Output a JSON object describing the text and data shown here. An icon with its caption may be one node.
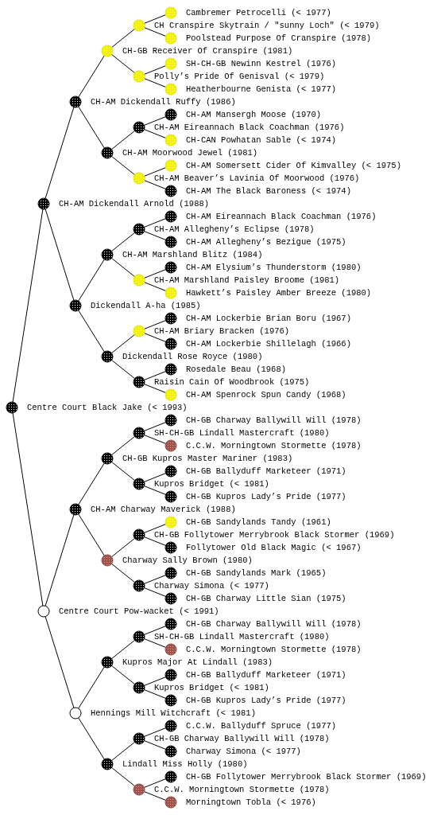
{
  "diagram": {
    "nodes": [
      {
        "text": [
          "Cambremer Petrocelli (< 1977)"
        ]
      },
      {
        "text": [
          "CH Cranspire Skytrain / \"sunny Loch\" (< 1979)"
        ]
      },
      {
        "text": [
          "Poolstead Purpose Of Cranspire (1978)"
        ]
      },
      {
        "text": [
          "CH-GB Receiver Of Cranspire (1981)"
        ]
      },
      {
        "text": [
          "SH-CH-GB Newinn Kestrel (1976)"
        ]
      },
      {
        "text": [
          "Polly’s Pride Of Genisval (< 1979)"
        ]
      },
      {
        "text": [
          "Heatherbourne Genista (< 1977)"
        ]
      },
      {
        "text": [
          "CH-AM Dickendall Ruffy (1986)"
        ]
      },
      {
        "text": [
          "CH-AM Mansergh Moose (1970)"
        ]
      },
      {
        "text": [
          "CH-AM Eireannach Black Coachman (1976)"
        ]
      },
      {
        "text": [
          "CH-CAN Powhatan Sable (< 1974)"
        ]
      },
      {
        "text": [
          "CH-AM Moorwood Jewel (1981)"
        ]
      },
      {
        "text": [
          "CH-AM Somersett Cider Of Kimvalley (< 1975)"
        ]
      },
      {
        "text": [
          "CH-AM Beaver’s Lavinia Of Moorwood (1976)"
        ]
      },
      {
        "text": [
          "CH-AM The Black Baroness (< 1974)"
        ]
      },
      {
        "text": [
          "CH-AM Dickendall Arnold (1988)"
        ]
      },
      {
        "text": [
          "CH-AM Eireannach Black Coachman (1976)"
        ]
      },
      {
        "text": [
          "CH-AM Allegheny’s Eclipse (1978)"
        ]
      },
      {
        "text": [
          "CH-AM Allegheny’s Bezigue (1975)"
        ]
      },
      {
        "text": [
          "CH-AM Marshland Blitz (1984)"
        ]
      },
      {
        "text": [
          "CH-AM Elysium’s Thunderstorm (1980)"
        ]
      },
      {
        "text": [
          "CH-AM Marshland Paisley Broome (1981)"
        ]
      },
      {
        "text": [
          "Hawkett’s Paisley Amber Breeze (1980)"
        ]
      },
      {
        "text": [
          "Dickendall A-ha (1985)"
        ]
      },
      {
        "text": [
          "CH-AM Lockerbie Brian Boru (1967)"
        ]
      },
      {
        "text": [
          "CH-AM Briary Bracken (1976)"
        ]
      },
      {
        "text": [
          "CH-AM Lockerbie Shillelagh (1966)"
        ]
      },
      {
        "text": [
          "Dickendall Rose Royce (1980)"
        ]
      },
      {
        "text": [
          "Rosedale Beau (1968)"
        ]
      },
      {
        "text": [
          "Raisin Cain Of Woodbrook (1975)"
        ]
      },
      {
        "text": [
          "CH-AM Spenrock Spun Candy (1968)"
        ]
      },
      {
        "text": [
          "Centre Court Black Jake (< 1993)"
        ]
      },
      {
        "text": [
          "CH-GB Charway Ballywill Will (1978)"
        ]
      },
      {
        "text": [
          "SH-CH-GB Lindall Mastercraft (1980)"
        ]
      },
      {
        "text": [
          "C.C.W. Morningtown Stormette (1978)"
        ]
      },
      {
        "text": [
          "CH-GB Kupros Master Mariner (1983)"
        ]
      },
      {
        "text": [
          "CH-GB Ballyduff Marketeer (1971)"
        ]
      },
      {
        "text": [
          "Kupros Bridget (< 1981)"
        ]
      },
      {
        "text": [
          "CH-GB Kupros Lady’s Pride (1977)"
        ]
      },
      {
        "text": [
          "CH-AM Charway Maverick (1988)"
        ]
      },
      {
        "text": [
          "CH-GB Sandylands Tandy (1961)"
        ]
      },
      {
        "text": [
          "CH-GB Follytower Merrybrook Black Stormer (1969)"
        ]
      },
      {
        "text": [
          "Follytower Old Black Magic (< 1967)"
        ]
      },
      {
        "text": [
          "Charway Sally Brown (1980)"
        ]
      },
      {
        "text": [
          "CH-GB Sandylands Mark (1965)"
        ]
      },
      {
        "text": [
          "Charway Simona (< 1977)"
        ]
      },
      {
        "text": [
          "CH-GB Charway Little Sian (1975)"
        ]
      },
      {
        "text": [
          "Centre Court Pow-wacket (< 1991)"
        ]
      },
      {
        "text": [
          "CH-GB Charway Ballywill Will (1978)"
        ]
      },
      {
        "text": [
          "SH-CH-GB Lindall Mastercraft (1980)"
        ]
      },
      {
        "text": [
          "C.C.W. Morningtown Stormette (1978)"
        ]
      },
      {
        "text": [
          "Kupros Major At Lindall (1983)"
        ]
      },
      {
        "text": [
          "CH-GB Ballyduff Marketeer (1971)"
        ]
      },
      {
        "text": [
          "Kupros Bridget (< 1981)"
        ]
      },
      {
        "text": [
          "CH-GB Kupros Lady’s Pride (1977)"
        ]
      },
      {
        "text": [
          "Hennings Mill Witchcraft (< 1981)"
        ]
      },
      {
        "text": [
          "C.C.W. Ballyduff Spruce (1977)"
        ]
      },
      {
        "text": [
          "CH-GB Charway Ballywill Will (1978)"
        ]
      },
      {
        "text": [
          "Charway Simona (< 1977)"
        ]
      },
      {
        "text": [
          "Lindall Miss Holly (1980)"
        ]
      },
      {
        "text": [
          "CH-GB Follytower Merrybrook Black Stormer (1969)"
        ]
      },
      {
        "text": [
          "C.C.W. Morningtown Stormette (1978)"
        ]
      },
      {
        "text": [
          "Morningtown Tobla (< 1976)"
        ]
      }
    ],
    "edges": [
      {
        "from": 31,
        "to": 15,
        "arrow": "none"
      },
      {
        "from": 31,
        "to": 47,
        "arrow": "none"
      },
      {
        "from": 15,
        "to": 7,
        "arrow": "none"
      },
      {
        "from": 15,
        "to": 23,
        "arrow": "none"
      },
      {
        "from": 47,
        "to": 39,
        "arrow": "none"
      },
      {
        "from": 47,
        "to": 55,
        "arrow": "none"
      },
      {
        "from": 7,
        "to": 3,
        "arrow": "none"
      },
      {
        "from": 7,
        "to": 11,
        "arrow": "none"
      },
      {
        "from": 23,
        "to": 19,
        "arrow": "none"
      },
      {
        "from": 23,
        "to": 27,
        "arrow": "none"
      },
      {
        "from": 39,
        "to": 35,
        "arrow": "none"
      },
      {
        "from": 39,
        "to": 43,
        "arrow": "none"
      },
      {
        "from": 55,
        "to": 51,
        "arrow": "none"
      },
      {
        "from": 55,
        "to": 59,
        "arrow": "none"
      },
      {
        "from": 3,
        "to": 1,
        "arrow": "none"
      },
      {
        "from": 3,
        "to": 5,
        "arrow": "none"
      },
      {
        "from": 11,
        "to": 9,
        "arrow": "none"
      },
      {
        "from": 11,
        "to": 13,
        "arrow": "none"
      },
      {
        "from": 19,
        "to": 17,
        "arrow": "none"
      },
      {
        "from": 19,
        "to": 21,
        "arrow": "none"
      },
      {
        "from": 27,
        "to": 25,
        "arrow": "none"
      },
      {
        "from": 27,
        "to": 29,
        "arrow": "none"
      },
      {
        "from": 35,
        "to": 33,
        "arrow": "none"
      },
      {
        "from": 35,
        "to": 37,
        "arrow": "none"
      },
      {
        "from": 43,
        "to": 41,
        "arrow": "none"
      },
      {
        "from": 43,
        "to": 45,
        "arrow": "none"
      },
      {
        "from": 51,
        "to": 49,
        "arrow": "none"
      },
      {
        "from": 51,
        "to": 53,
        "arrow": "none"
      },
      {
        "from": 59,
        "to": 57,
        "arrow": "none"
      },
      {
        "from": 59,
        "to": 61,
        "arrow": "none"
      },
      {
        "from": 1,
        "to": 0,
        "arrow": "none"
      },
      {
        "from": 1,
        "to": 2,
        "arrow": "none"
      },
      {
        "from": 5,
        "to": 4,
        "arrow": "none"
      },
      {
        "from": 5,
        "to": 6,
        "arrow": "none"
      },
      {
        "from": 9,
        "to": 8,
        "arrow": "none"
      },
      {
        "from": 9,
        "to": 10,
        "arrow": "none"
      },
      {
        "from": 13,
        "to": 12,
        "arrow": "none"
      },
      {
        "from": 13,
        "to": 14,
        "arrow": "none"
      },
      {
        "from": 17,
        "to": 16,
        "arrow": "none"
      },
      {
        "from": 17,
        "to": 18,
        "arrow": "none"
      },
      {
        "from": 21,
        "to": 20,
        "arrow": "none"
      },
      {
        "from": 21,
        "to": 22,
        "arrow": "none"
      },
      {
        "from": 25,
        "to": 24,
        "arrow": "none"
      },
      {
        "from": 25,
        "to": 26,
        "arrow": "none"
      },
      {
        "from": 29,
        "to": 28,
        "arrow": "none"
      },
      {
        "from": 29,
        "to": 30,
        "arrow": "none"
      },
      {
        "from": 33,
        "to": 32,
        "arrow": "none"
      },
      {
        "from": 33,
        "to": 34,
        "arrow": "none"
      },
      {
        "from": 37,
        "to": 36,
        "arrow": "none"
      },
      {
        "from": 37,
        "to": 38,
        "arrow": "none"
      },
      {
        "from": 41,
        "to": 40,
        "arrow": "none"
      },
      {
        "from": 41,
        "to": 42,
        "arrow": "none"
      },
      {
        "from": 45,
        "to": 44,
        "arrow": "none"
      },
      {
        "from": 45,
        "to": 46,
        "arrow": "none"
      },
      {
        "from": 49,
        "to": 48,
        "arrow": "none"
      },
      {
        "from": 49,
        "to": 50,
        "arrow": "none"
      },
      {
        "from": 53,
        "to": 52,
        "arrow": "none"
      },
      {
        "from": 53,
        "to": 54,
        "arrow": "none"
      },
      {
        "from": 57,
        "to": 56,
        "arrow": "none"
      },
      {
        "from": 57,
        "to": 58,
        "arrow": "none"
      },
      {
        "from": 61,
        "to": 60,
        "arrow": "none"
      },
      {
        "from": 61,
        "to": 62,
        "arrow": "none"
      }
    ]
  }
}
